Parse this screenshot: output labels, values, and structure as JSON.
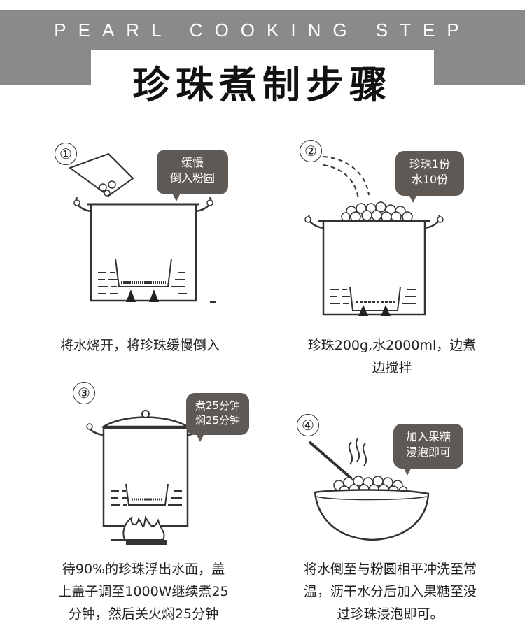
{
  "header": {
    "english_title": "PEARL COOKING STEP",
    "chinese_title": "珍珠煮制步骤"
  },
  "steps": [
    {
      "number": "①",
      "bubble": [
        "缓慢",
        "倒入粉圆"
      ],
      "caption": [
        "将水烧开，将珍珠缓慢倒入"
      ]
    },
    {
      "number": "②",
      "bubble": [
        "珍珠1份",
        "水10份"
      ],
      "caption": [
        "珍珠200g,水2000ml，边煮",
        "边搅拌"
      ]
    },
    {
      "number": "③",
      "bubble": [
        "煮25分钟",
        "焖25分钟"
      ],
      "caption": [
        "待90%的珍珠浮出水面，盖",
        "上盖子调至1000W继续煮25",
        "分钟，然后关火焖25分钟"
      ]
    },
    {
      "number": "④",
      "bubble": [
        "加入果糖",
        "浸泡即可"
      ],
      "caption": [
        "将水倒至与粉圆相平冲洗至常",
        "温，沥干水分后加入果糖至没",
        "过珍珠浸泡即可。"
      ]
    }
  ],
  "colors": {
    "header_gray": "#8a8a8a",
    "bubble_bg": "#5e5955"
  }
}
